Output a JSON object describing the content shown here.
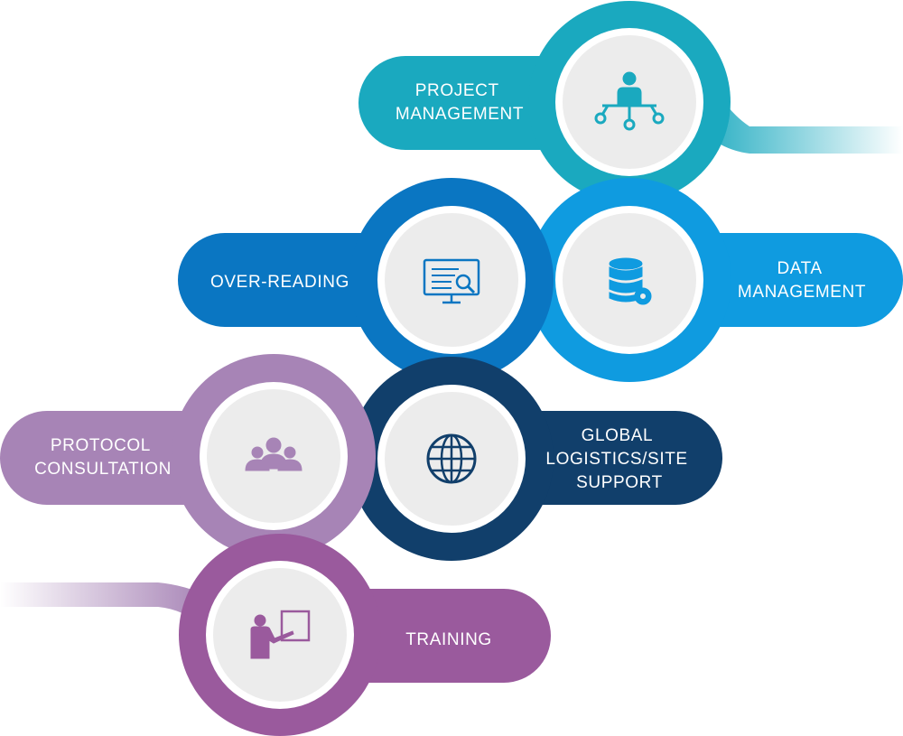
{
  "colors": {
    "project": "#1aa9bf",
    "data": "#0f9be0",
    "over_reading": "#0a76c2",
    "global": "#113f6b",
    "protocol": "#a784b6",
    "training": "#9a5a9d",
    "circle_fill": "#ececec",
    "circle_ring": "#ffffff"
  },
  "services": [
    {
      "id": "project",
      "icon": "org-person-icon",
      "lines": [
        "PROJECT",
        "MANAGEMENT"
      ]
    },
    {
      "id": "data",
      "icon": "database-gear-icon",
      "lines": [
        "DATA",
        "MANAGEMENT"
      ]
    },
    {
      "id": "over",
      "icon": "monitor-search-icon",
      "lines": [
        "OVER-READING"
      ]
    },
    {
      "id": "global",
      "icon": "globe-icon",
      "lines": [
        "GLOBAL",
        "LOGISTICS/SITE",
        "SUPPORT"
      ]
    },
    {
      "id": "protocol",
      "icon": "people-group-icon",
      "lines": [
        "PROTOCOL",
        "CONSULTATION"
      ]
    },
    {
      "id": "training",
      "icon": "presenter-board-icon",
      "lines": [
        "TRAINING"
      ]
    }
  ]
}
